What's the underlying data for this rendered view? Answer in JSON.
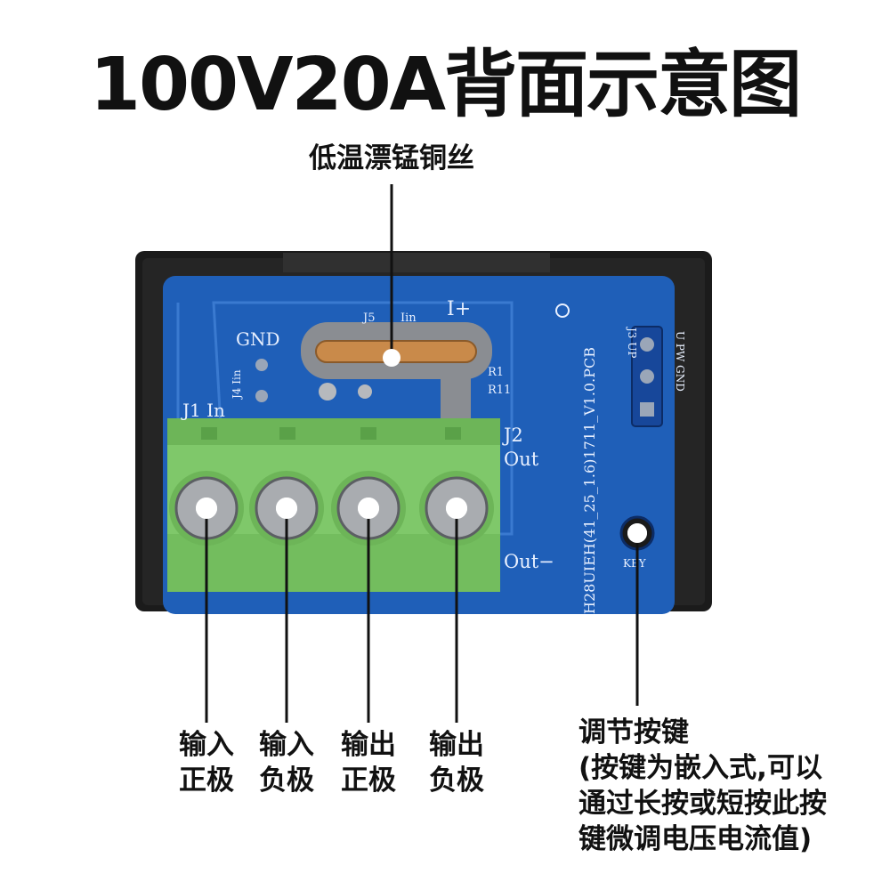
{
  "title": "100V20A背面示意图",
  "callouts": {
    "shunt": "低温漂锰铜丝",
    "input_positive": [
      "输入",
      "正极"
    ],
    "input_negative": [
      "输入",
      "负极"
    ],
    "output_positive": [
      "输出",
      "正极"
    ],
    "output_negative": [
      "输出",
      "负极"
    ],
    "key": [
      "调节按键",
      "(按键为嵌入式,可以",
      "通过长按或短按此按",
      "键微调电压电流值)"
    ]
  },
  "pcb_labels": {
    "gnd": "GND",
    "j4": "J4 Iin",
    "j1": "J1 In",
    "j5": "J5",
    "iin": "Iin",
    "iplus": "I+",
    "r1": "R1",
    "r11": "R11",
    "j2": "J2",
    "out": "Out",
    "out_minus": "Out−",
    "key": "KEY",
    "j3": "J3 UP",
    "pw_gnd": "U  PW  GND",
    "pcb_id": "H28UIEH(41_25_1.6)1711_V1.0.PCB"
  },
  "colors": {
    "pcb": "#1f5fb8",
    "terminal": "#7fc86a",
    "case": "#1b1b1b",
    "shunt": "#c98a4a"
  }
}
